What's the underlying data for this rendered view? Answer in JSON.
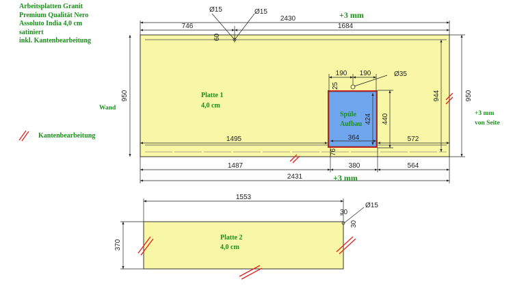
{
  "notes": {
    "line1": "Arbeitsplatten Granit",
    "line2": "Premium Qualität Nero",
    "line3": "Assoluto India 4,0 cm",
    "line4": "satiniert",
    "line5": "inkl. Kantenbearbeitung"
  },
  "legend": {
    "label": "Kantenbearbeitung",
    "color": "#e2201c"
  },
  "colors": {
    "plate_fill": "#f7f7a6",
    "sink_fill": "#6fa6ee",
    "sink_border": "#d02020",
    "text_green": "#1a8f1a"
  },
  "plate1": {
    "name": "Platte 1",
    "thickness": "4,0 cm",
    "wall_label": "Wand",
    "top_extra": "+3 mm",
    "bottom_extra": "+3 mm",
    "side_extra_1": "+3 mm",
    "side_extra_2": "von Seite",
    "dims": {
      "total_top": "2430",
      "left_top": "746",
      "right_top": "1684",
      "hole1": "Ø15",
      "hole2": "Ø15",
      "hole_offset": "60",
      "height_left": "950",
      "height_right_inner": "944",
      "height_right_outer": "950",
      "inner_left": "1495",
      "inner_right": "572",
      "bottom_left": "1487",
      "bottom_mid": "380",
      "bottom_right": "564",
      "total_bottom": "2431"
    }
  },
  "sink": {
    "line1": "Spüle",
    "line2": "Aufbau",
    "dims": {
      "top_left": "190",
      "top_right": "190",
      "tap_hole": "Ø35",
      "tap_offset": "25",
      "inner_height": "424",
      "outer_height": "440",
      "inner_width": "364",
      "front_offset": "76"
    }
  },
  "plate2": {
    "name": "Platte 2",
    "thickness": "4,0 cm",
    "dims": {
      "width": "1553",
      "height": "370",
      "hole": "Ø15",
      "hole_x": "30",
      "hole_y": "30"
    }
  }
}
